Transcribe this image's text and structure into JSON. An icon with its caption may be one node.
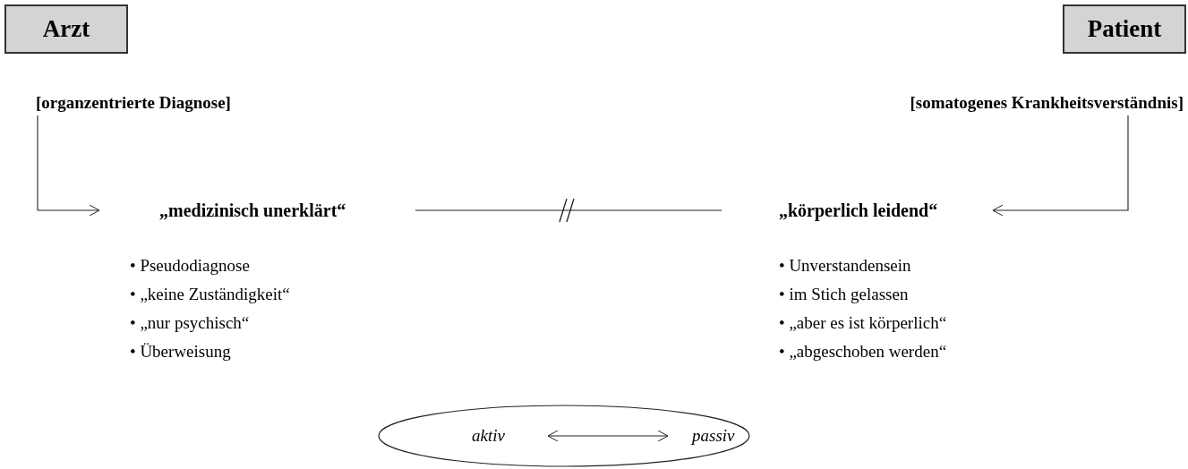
{
  "diagram": {
    "nodes": [
      {
        "text": [
          "Arzt"
        ]
      },
      {
        "text": [
          "Patient"
        ]
      },
      {
        "text": [
          "[organzentrierte Diagnose]"
        ]
      },
      {
        "text": [
          "[somatogenes Krankheitsverständnis]"
        ]
      },
      {
        "text": [
          "„medizinisch unerklärt“"
        ],
        "beside": [
          "• Pseudodiagnose",
          "• „keine Zuständigkeit“",
          "• „nur psychisch“",
          "• Überweisung"
        ]
      },
      {
        "text": [
          "„körperlich leidend“"
        ],
        "beside": [
          "• Unverstandensein",
          "• im Stich gelassen",
          "• „aber es ist körperlich“",
          "• „abgeschoben werden“"
        ]
      },
      {
        "text": [],
        "shape": "ellipse"
      },
      {
        "text": [
          "aktiv"
        ],
        "in": 6
      },
      {
        "text": [
          "passiv"
        ],
        "in": 6
      }
    ],
    "edges": [
      {
        "from": 2,
        "to": 4,
        "arrow": "to"
      },
      {
        "from": 3,
        "to": 5,
        "arrow": "to"
      },
      {
        "from": 4,
        "to": 5,
        "arrow": "none"
      },
      {
        "from": 7,
        "to": 8,
        "arrow": "both"
      }
    ]
  }
}
